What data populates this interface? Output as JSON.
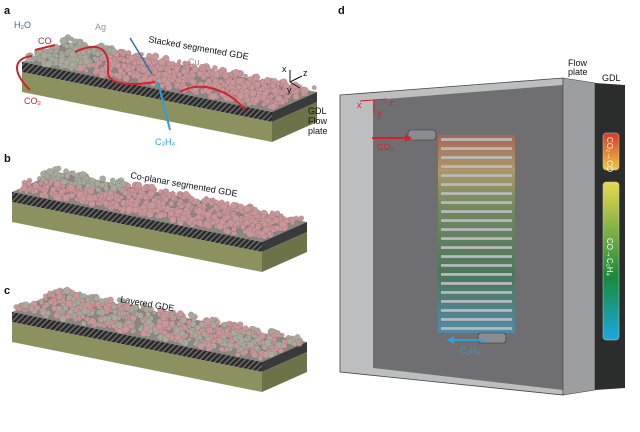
{
  "panels": {
    "a": {
      "letter": "a",
      "title": "Stacked segmented GDE",
      "labels": {
        "h2o": "H₂O",
        "co": "CO",
        "co2": "CO₂",
        "ag": "Ag",
        "cu": "Cu",
        "c2h4": "C₂H₄",
        "gdl": "GDL",
        "flow1": "Flow",
        "flow2": "plate"
      },
      "axes": {
        "x": "x",
        "y": "y",
        "z": "z"
      }
    },
    "b": {
      "letter": "b",
      "title": "Co-planar segmented GDE"
    },
    "c": {
      "letter": "c",
      "title": "Layered GDE"
    },
    "d": {
      "letter": "d",
      "flow1": "Flow",
      "flow2": "plate",
      "gdl": "GDL",
      "inlet": "CO₂",
      "outlet": "C₂H₄",
      "axes": {
        "x": "x",
        "y": "y",
        "z": "z"
      },
      "zone1": "CO₂→CO",
      "zone2": "CO→C₂H₄"
    }
  },
  "colors": {
    "cu": "#c9979a",
    "ag": "#a9a99c",
    "red": "#d42030",
    "blue": "#2aa0d8",
    "plate": "#8d9160",
    "gdl": "#2e2e2e"
  }
}
